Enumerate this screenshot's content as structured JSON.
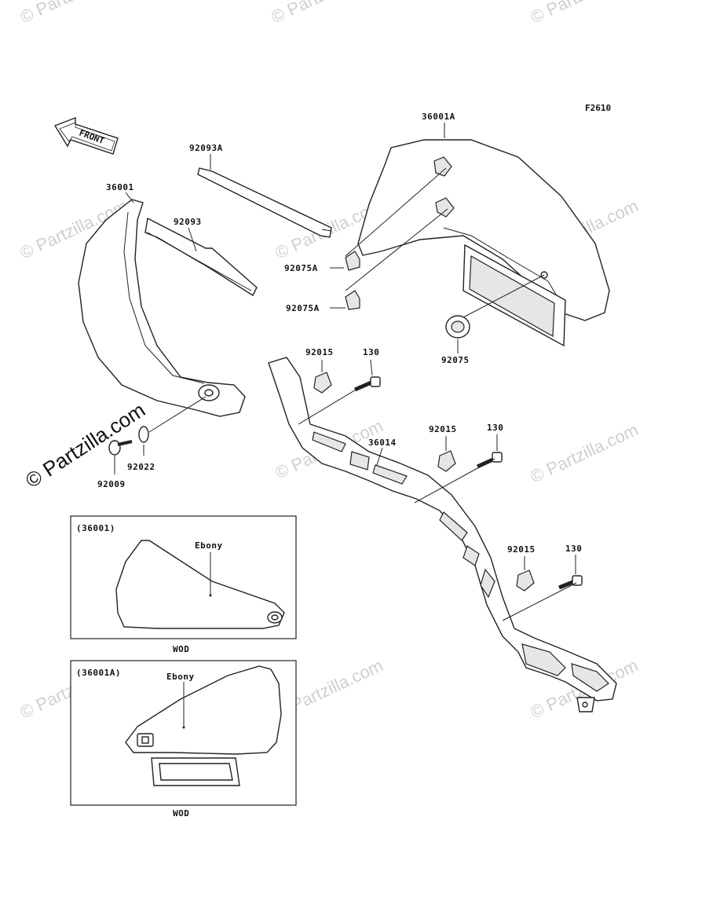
{
  "figure_code": "F2610",
  "front_arrow_text": "FRONT",
  "callouts": {
    "p36001": "36001",
    "p36001A": "36001A",
    "p92093A": "92093A",
    "p92093": "92093",
    "p92075A_1": "92075A",
    "p92075A_2": "92075A",
    "p92075": "92075",
    "p92015_1": "92015",
    "p92015_2": "92015",
    "p92015_3": "92015",
    "p130_1": "130",
    "p130_2": "130",
    "p130_3": "130",
    "p36014": "36014",
    "p92022": "92022",
    "p92009": "92009"
  },
  "inset1": {
    "ref": "(36001)",
    "color": "Ebony",
    "model": "WOD"
  },
  "inset2": {
    "ref": "(36001A)",
    "color": "Ebony",
    "model": "WOD"
  },
  "watermark_text": "© Partzilla.com",
  "watermark_main": "© Partzilla.com"
}
